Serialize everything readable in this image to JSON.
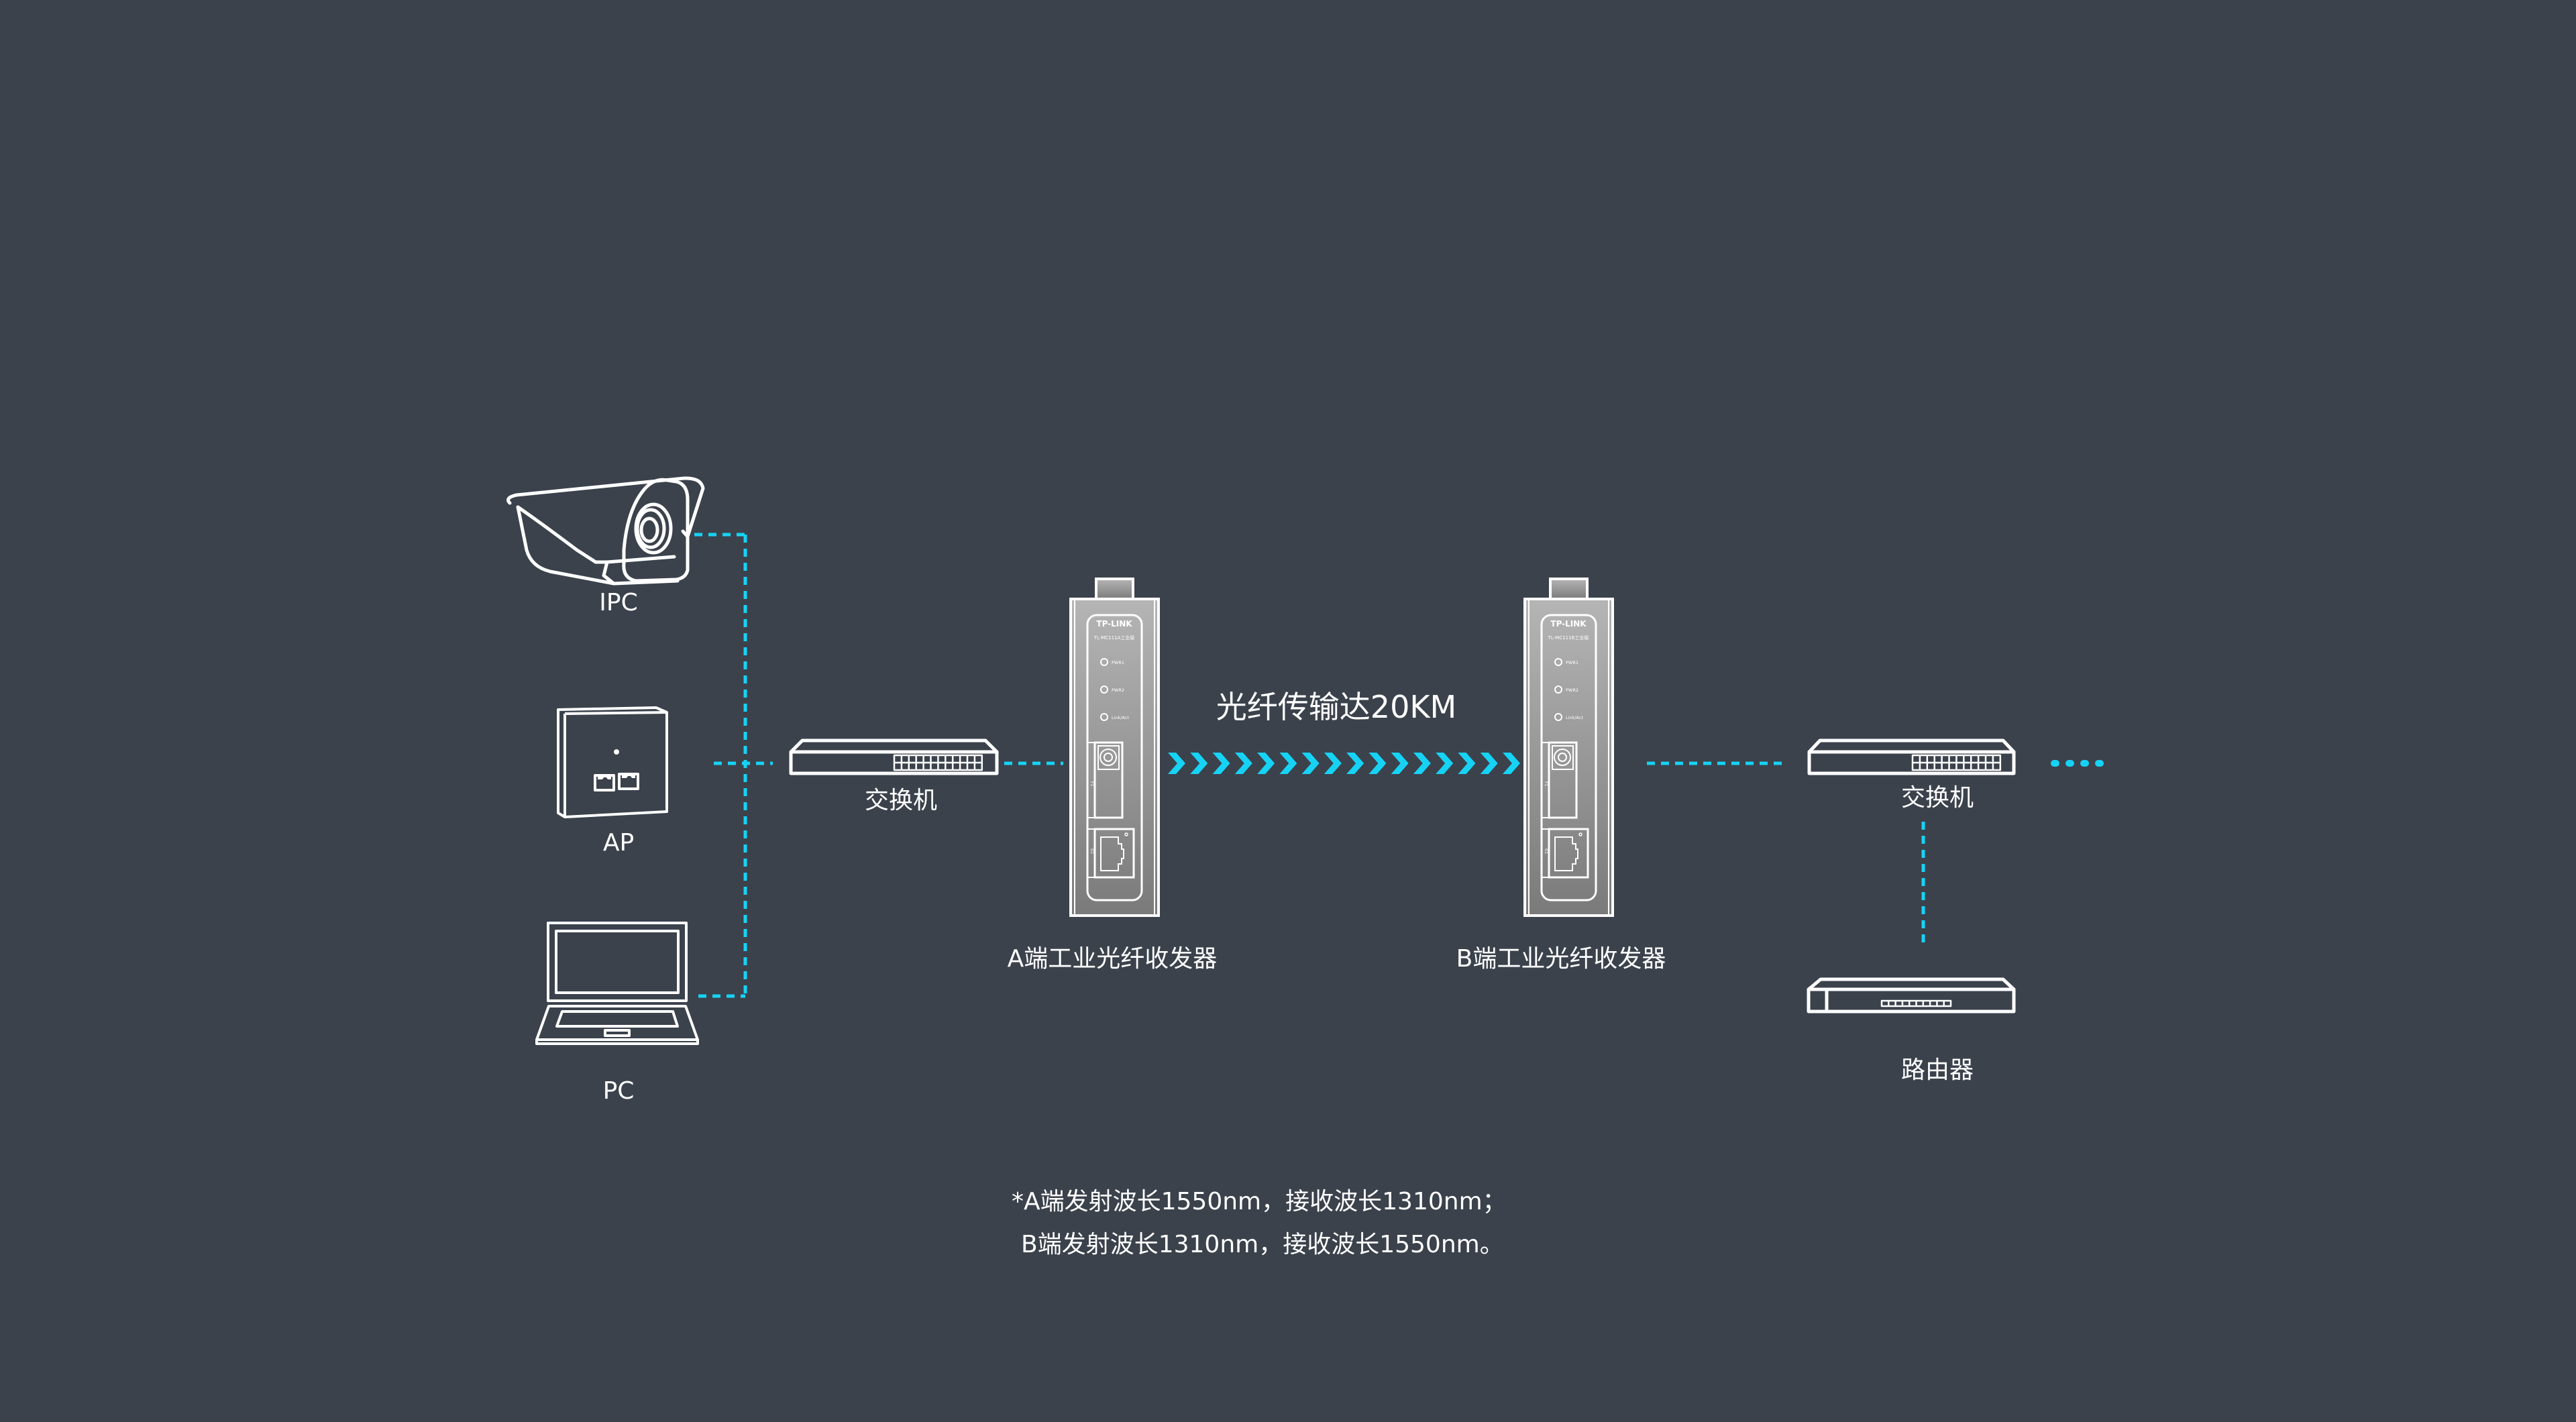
{
  "colors": {
    "background": "#3b424c",
    "line_accent": "#16d3f6",
    "outline": "#ffffff",
    "device_fill_top": "#b5b5b5",
    "device_fill_bottom": "#7a7a7a"
  },
  "nodes": {
    "ipc": {
      "label": "IPC",
      "icon": "bullet-camera-icon"
    },
    "ap": {
      "label": "AP",
      "icon": "wall-access-point-icon"
    },
    "pc": {
      "label": "PC",
      "icon": "laptop-icon"
    },
    "switch_a": {
      "label": "交换机",
      "icon": "switch-icon"
    },
    "transceiver_a": {
      "label": "A端工业光纤收发器",
      "brand": "TP-LINK",
      "model": "TL-MC111A工业级",
      "leds": [
        "PWR1",
        "PWR2",
        "Link/Act"
      ],
      "ports": [
        "F1",
        "G1"
      ]
    },
    "transceiver_b": {
      "label": "B端工业光纤收发器",
      "brand": "TP-LINK",
      "model": "TL-MC111B工业级",
      "leds": [
        "PWR1",
        "PWR2",
        "Link/Act"
      ],
      "ports": [
        "F1",
        "G1"
      ]
    },
    "switch_b": {
      "label": "交换机",
      "icon": "switch-icon"
    },
    "router": {
      "label": "路由器",
      "icon": "router-icon"
    }
  },
  "fiber_link": {
    "label": "光纤传输达20KM",
    "chevron_count": 16
  },
  "continuation": {
    "dot_count": 4
  },
  "footnote": {
    "line1": "*A端发射波长1550nm，接收波长1310nm；",
    "line2": "B端发射波长1310nm，接收波长1550nm。"
  }
}
